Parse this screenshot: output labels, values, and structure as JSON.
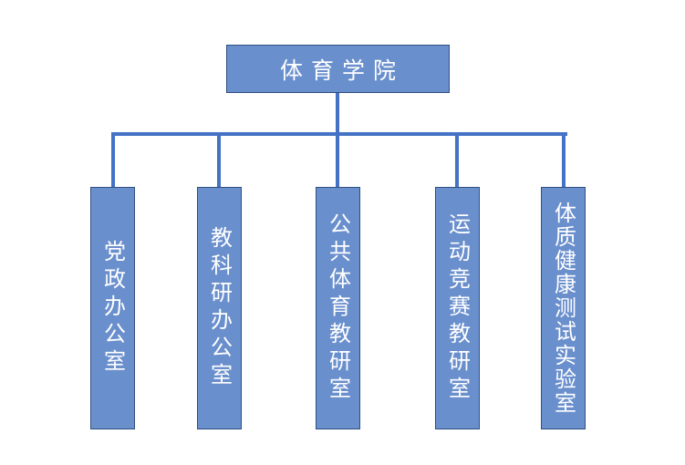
{
  "diagram": {
    "root": {
      "label": "体育学院"
    },
    "children": [
      {
        "label": "党政办公室"
      },
      {
        "label": "教科研办公室"
      },
      {
        "label": "公共体育教研室"
      },
      {
        "label": "运动竞赛教研室"
      },
      {
        "label": "体质健康测试实验室"
      }
    ],
    "colors": {
      "box_fill": "#6A8FCD",
      "box_border": "#2F4F7F",
      "connector": "#4472C4",
      "text": "#ffffff"
    }
  }
}
